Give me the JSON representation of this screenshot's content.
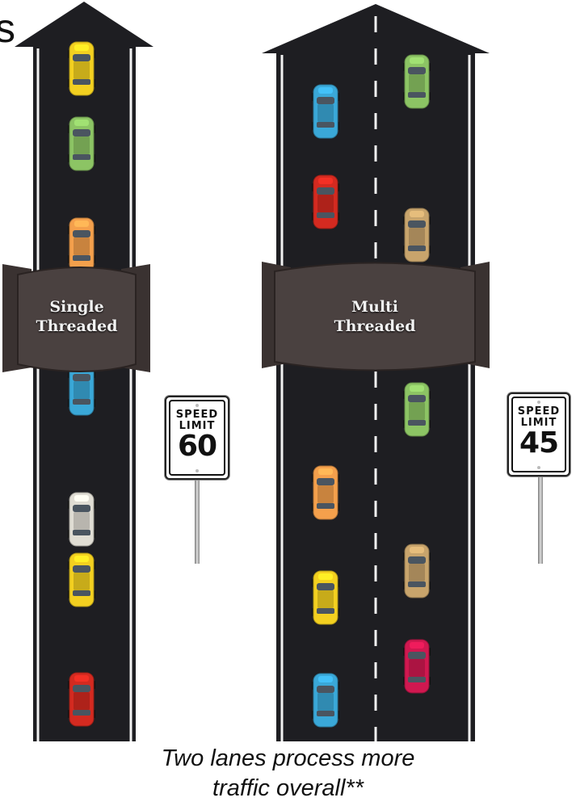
{
  "corner_text": "s",
  "banners": {
    "single": {
      "line1": "Single",
      "line2": "Threaded"
    },
    "multi": {
      "line1": "Multi",
      "line2": "Threaded"
    }
  },
  "signs": {
    "left": {
      "line1": "SPEED",
      "line2": "LIMIT",
      "value": "60"
    },
    "right": {
      "line1": "SPEED",
      "line2": "LIMIT",
      "value": "45"
    }
  },
  "caption": {
    "line1": "Two lanes process more",
    "line2": "traffic overall**"
  },
  "colors": {
    "road": "#1e1e22",
    "edge_line": "#f2f2f2",
    "banner": "#4a4140",
    "car_yellow": "#f3d020",
    "car_green": "#8cc464",
    "car_orange": "#f4a04c",
    "car_blue": "#3aa8d8",
    "car_white": "#e0ddd4",
    "car_red": "#d42a20",
    "car_tan": "#c8a46c",
    "car_pink": "#d01850"
  },
  "cars": {
    "single_lane": [
      "car_yellow",
      "car_green",
      "car_orange",
      "car_blue",
      "car_white",
      "car_yellow",
      "car_red"
    ],
    "multi_left_lane": [
      "car_blue",
      "car_red",
      "car_orange",
      "car_yellow",
      "car_blue"
    ],
    "multi_right_lane": [
      "car_green",
      "car_tan",
      "car_green",
      "car_tan",
      "car_pink"
    ]
  }
}
